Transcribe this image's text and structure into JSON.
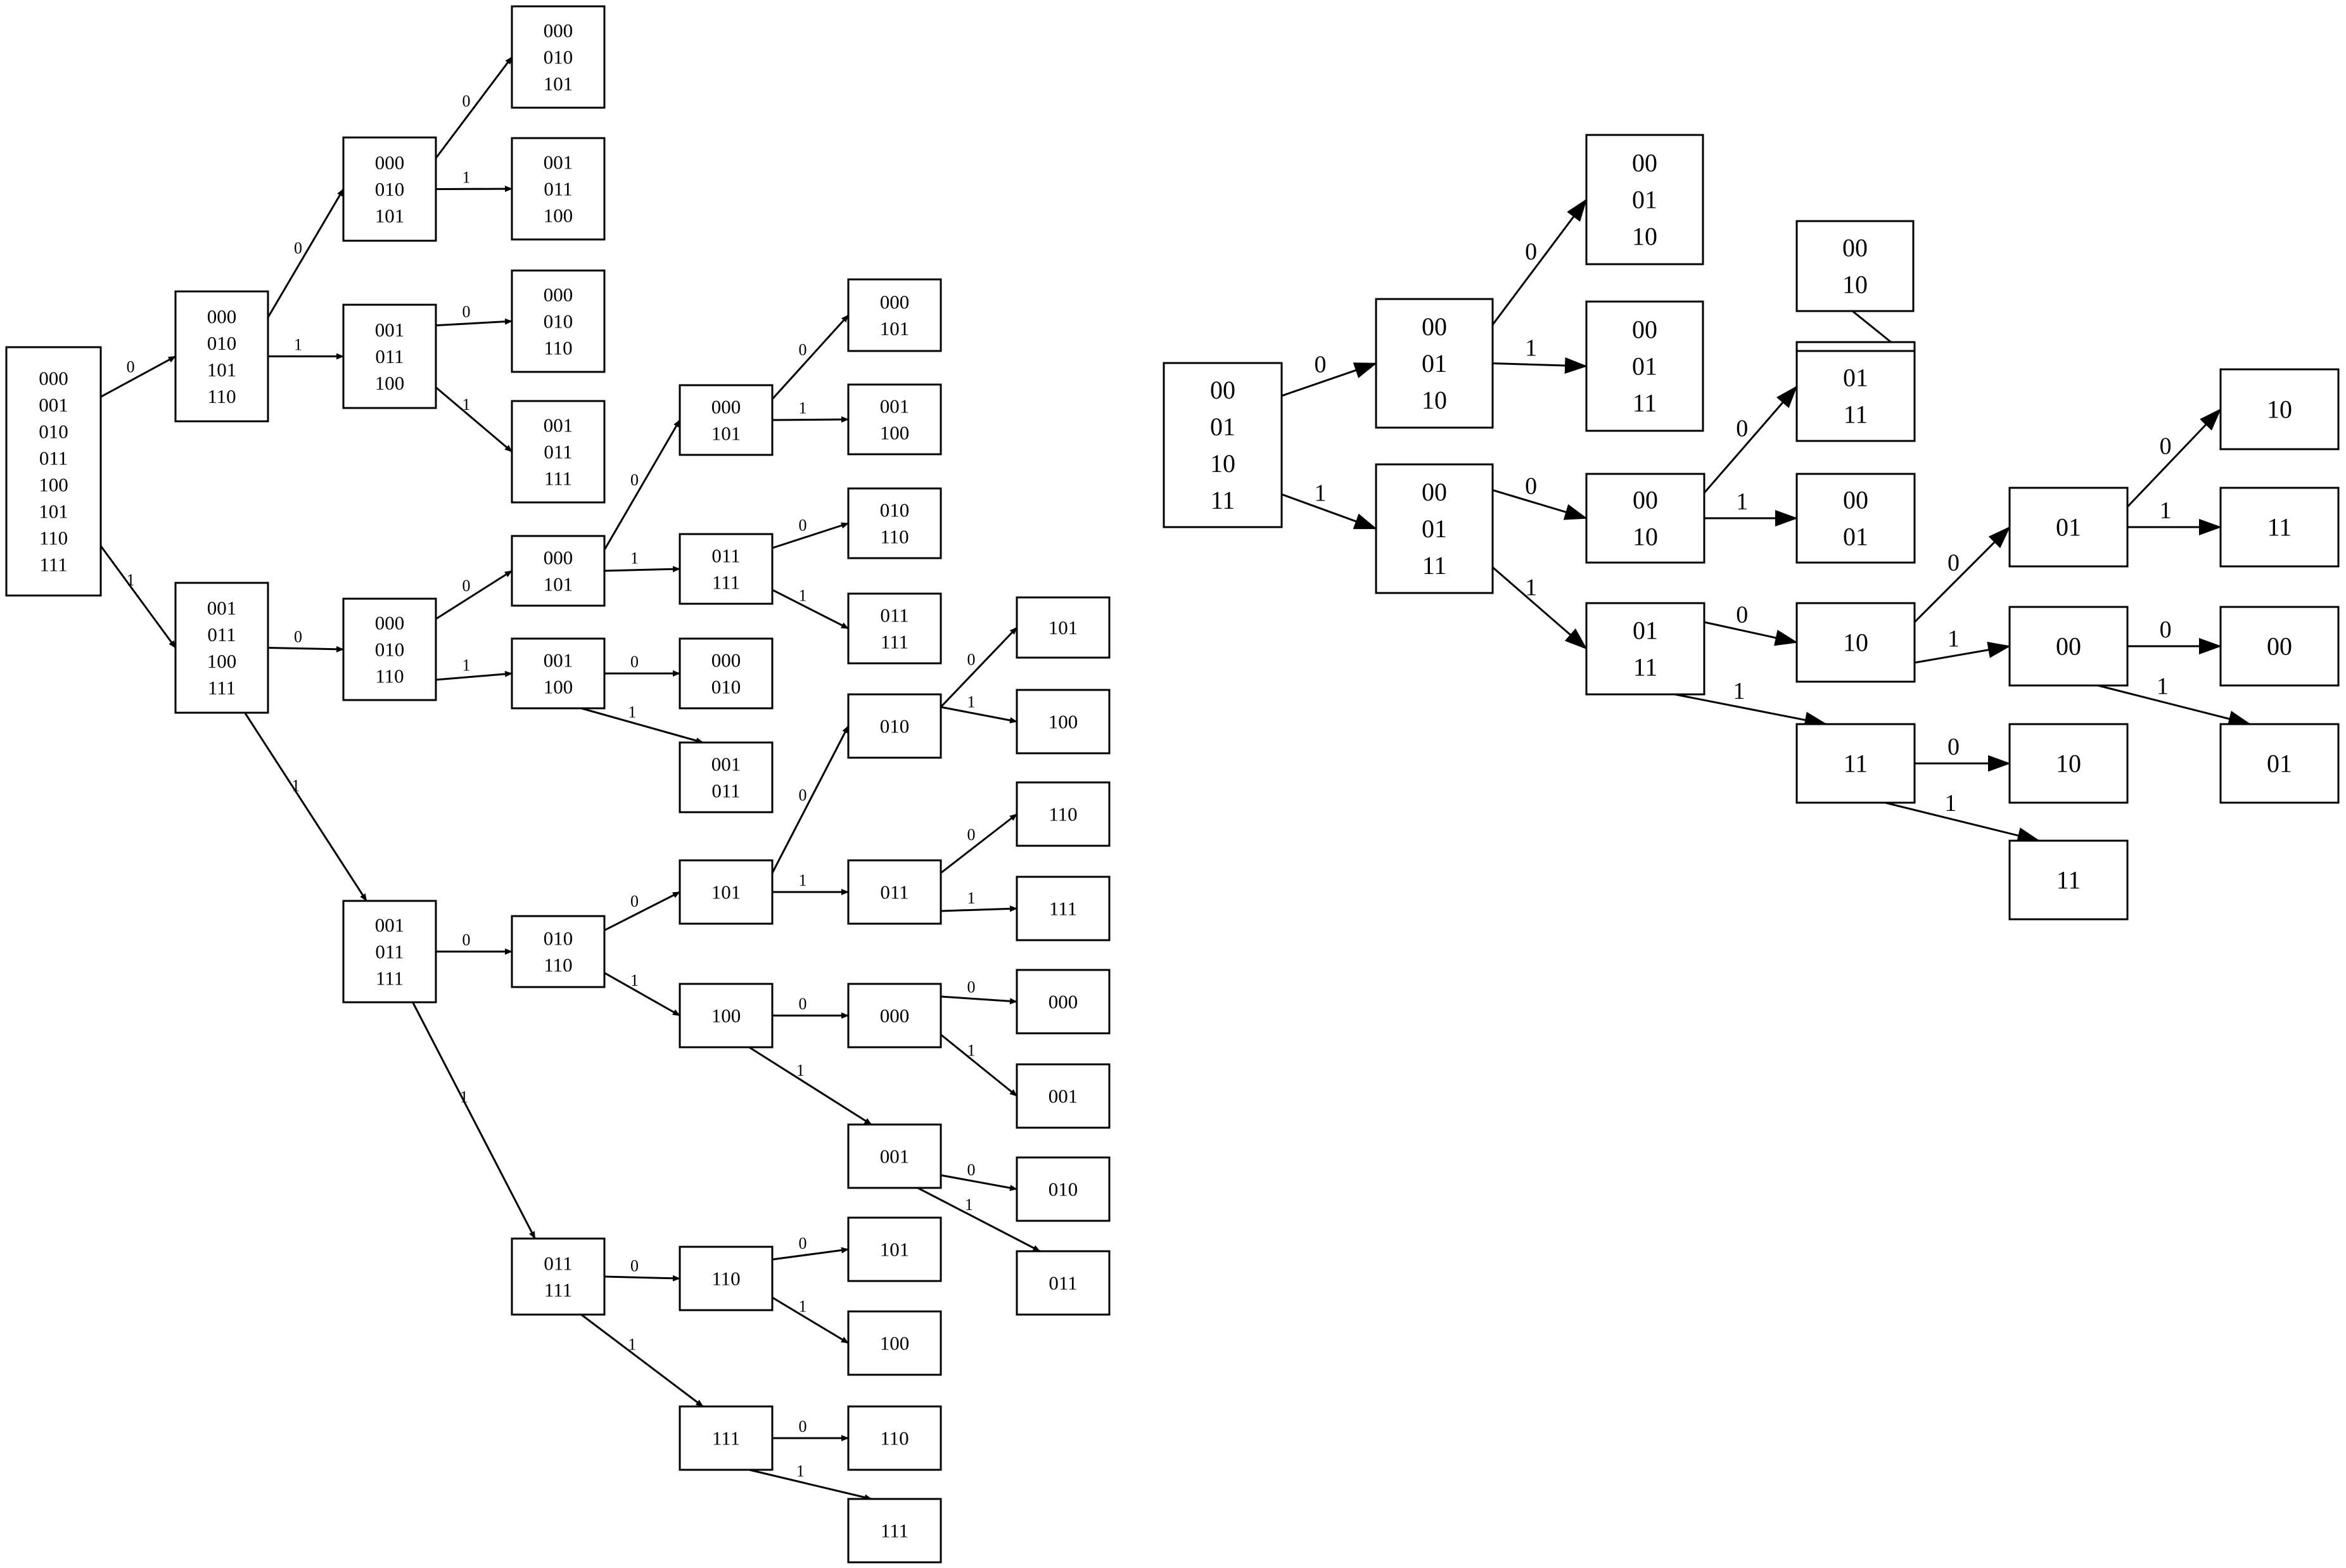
{
  "diagrams": [
    {
      "id": "left-tree",
      "nodes": [
        {
          "id": "A",
          "lines": [
            "000",
            "001",
            "010",
            "011",
            "100",
            "101",
            "110",
            "111"
          ]
        },
        {
          "id": "B",
          "lines": [
            "000",
            "010",
            "101",
            "110"
          ]
        },
        {
          "id": "C",
          "lines": [
            "001",
            "011",
            "100",
            "111"
          ]
        },
        {
          "id": "D",
          "lines": [
            "000",
            "010",
            "101"
          ]
        },
        {
          "id": "E",
          "lines": [
            "001",
            "011",
            "100"
          ]
        },
        {
          "id": "F",
          "lines": [
            "000",
            "010",
            "101"
          ]
        },
        {
          "id": "G",
          "lines": [
            "001",
            "011",
            "100"
          ]
        },
        {
          "id": "H",
          "lines": [
            "000",
            "010",
            "110"
          ]
        },
        {
          "id": "I",
          "lines": [
            "001",
            "011",
            "111"
          ]
        },
        {
          "id": "J",
          "lines": [
            "000",
            "010",
            "110"
          ]
        },
        {
          "id": "K",
          "lines": [
            "001",
            "011",
            "111"
          ]
        },
        {
          "id": "L",
          "lines": [
            "000",
            "101"
          ]
        },
        {
          "id": "M",
          "lines": [
            "001",
            "100"
          ]
        },
        {
          "id": "N",
          "lines": [
            "000",
            "010"
          ]
        },
        {
          "id": "O",
          "lines": [
            "001",
            "011"
          ]
        },
        {
          "id": "P",
          "lines": [
            "000",
            "101"
          ]
        },
        {
          "id": "Q",
          "lines": [
            "001",
            "100"
          ]
        },
        {
          "id": "R",
          "lines": [
            "010",
            "110"
          ]
        },
        {
          "id": "S",
          "lines": [
            "011",
            "111"
          ]
        },
        {
          "id": "T",
          "lines": [
            "000",
            "010"
          ]
        },
        {
          "id": "U",
          "lines": [
            "001",
            "011"
          ]
        },
        {
          "id": "V",
          "lines": [
            "010",
            "110"
          ]
        },
        {
          "id": "W",
          "lines": [
            "101"
          ]
        },
        {
          "id": "X",
          "lines": [
            "100"
          ]
        },
        {
          "id": "Y",
          "lines": [
            "010"
          ]
        },
        {
          "id": "Z",
          "lines": [
            "011"
          ]
        },
        {
          "id": "AA",
          "lines": [
            "101"
          ]
        },
        {
          "id": "AB",
          "lines": [
            "100"
          ]
        },
        {
          "id": "AC",
          "lines": [
            "110"
          ]
        },
        {
          "id": "AD",
          "lines": [
            "111"
          ]
        },
        {
          "id": "AE",
          "lines": [
            "000"
          ]
        },
        {
          "id": "AF",
          "lines": [
            "001"
          ]
        },
        {
          "id": "AG",
          "lines": [
            "010"
          ]
        },
        {
          "id": "AH",
          "lines": [
            "011"
          ]
        },
        {
          "id": "AI",
          "lines": [
            "011",
            "111"
          ]
        },
        {
          "id": "AJ",
          "lines": [
            "110"
          ]
        },
        {
          "id": "AK",
          "lines": [
            "111"
          ]
        },
        {
          "id": "AL",
          "lines": [
            "101"
          ]
        },
        {
          "id": "AM",
          "lines": [
            "100"
          ]
        },
        {
          "id": "AN",
          "lines": [
            "110"
          ]
        },
        {
          "id": "AO",
          "lines": [
            "111"
          ]
        }
      ],
      "edges": [
        {
          "from": "A",
          "to": "B",
          "label": "0"
        },
        {
          "from": "A",
          "to": "C",
          "label": "1"
        },
        {
          "from": "B",
          "to": "D",
          "label": "0"
        },
        {
          "from": "B",
          "to": "E",
          "label": "1"
        },
        {
          "from": "D",
          "to": "F",
          "label": "0"
        },
        {
          "from": "D",
          "to": "G",
          "label": "1"
        },
        {
          "from": "E",
          "to": "H",
          "label": "0"
        },
        {
          "from": "E",
          "to": "I",
          "label": "1"
        },
        {
          "from": "C",
          "to": "J",
          "label": "0"
        },
        {
          "from": "C",
          "to": "K",
          "label": "1"
        },
        {
          "from": "J",
          "to": "P",
          "label": "0"
        },
        {
          "from": "J",
          "to": "Q",
          "label": "1"
        },
        {
          "from": "P",
          "to": "L",
          "label": "0"
        },
        {
          "from": "P",
          "to": "S",
          "label": "1"
        },
        {
          "from": "L",
          "to": "M1",
          "label": "0"
        },
        {
          "from": "L",
          "to": "M2",
          "label": "1"
        },
        {
          "from": "S",
          "to": "R1",
          "label": "0"
        },
        {
          "from": "S",
          "to": "S1",
          "label": "1"
        },
        {
          "from": "Q",
          "to": "T",
          "label": "0"
        },
        {
          "from": "Q",
          "to": "U",
          "label": "1"
        },
        {
          "from": "K",
          "to": "V",
          "label": "0"
        },
        {
          "from": "K",
          "to": "AI",
          "label": "1"
        },
        {
          "from": "V",
          "to": "AL2",
          "label": "0"
        },
        {
          "from": "V",
          "to": "AM2",
          "label": "1"
        },
        {
          "from": "AL2",
          "to": "Y",
          "label": "0"
        },
        {
          "from": "AL2",
          "to": "Z",
          "label": "1"
        },
        {
          "from": "Y",
          "to": "W",
          "label": "0"
        },
        {
          "from": "Y",
          "to": "X",
          "label": "1"
        },
        {
          "from": "Z",
          "to": "AC",
          "label": "0"
        },
        {
          "from": "Z",
          "to": "AD",
          "label": "1"
        },
        {
          "from": "AM2",
          "to": "AE2",
          "label": "0"
        },
        {
          "from": "AM2",
          "to": "AF2",
          "label": "1"
        },
        {
          "from": "AE2",
          "to": "AE",
          "label": "0"
        },
        {
          "from": "AE2",
          "to": "AF",
          "label": "1"
        },
        {
          "from": "AF2",
          "to": "AG",
          "label": "0"
        },
        {
          "from": "AF2",
          "to": "AH",
          "label": "1"
        },
        {
          "from": "AI",
          "to": "AJ",
          "label": "0"
        },
        {
          "from": "AI",
          "to": "AK",
          "label": "1"
        },
        {
          "from": "AJ",
          "to": "AL",
          "label": "0"
        },
        {
          "from": "AJ",
          "to": "AM",
          "label": "1"
        },
        {
          "from": "AK",
          "to": "AN",
          "label": "0"
        },
        {
          "from": "AK",
          "to": "AO",
          "label": "1"
        }
      ],
      "extra_nodes": [
        {
          "id": "M1",
          "lines": [
            "000",
            "101"
          ]
        },
        {
          "id": "M2",
          "lines": [
            "001",
            "100"
          ]
        },
        {
          "id": "R1",
          "lines": [
            "010",
            "110"
          ]
        },
        {
          "id": "S1",
          "lines": [
            "011",
            "111"
          ]
        },
        {
          "id": "AL2",
          "lines": [
            "101"
          ]
        },
        {
          "id": "AM2",
          "lines": [
            "100"
          ]
        },
        {
          "id": "AE2",
          "lines": [
            "000"
          ]
        },
        {
          "id": "AF2",
          "lines": [
            "001"
          ]
        }
      ]
    },
    {
      "id": "right-tree",
      "nodes": [
        {
          "id": "r0",
          "lines": [
            "00",
            "01",
            "10",
            "11"
          ]
        },
        {
          "id": "r1",
          "lines": [
            "00",
            "01",
            "10"
          ]
        },
        {
          "id": "r2",
          "lines": [
            "00",
            "01",
            "11"
          ]
        },
        {
          "id": "r3",
          "lines": [
            "00",
            "01",
            "10"
          ]
        },
        {
          "id": "r4",
          "lines": [
            "00",
            "01",
            "11"
          ]
        },
        {
          "id": "r5",
          "lines": [
            "00",
            "10"
          ]
        },
        {
          "id": "r6",
          "lines": [
            "01",
            "11"
          ]
        },
        {
          "id": "r7",
          "lines": [
            "00",
            "01"
          ]
        },
        {
          "id": "r8",
          "lines": [
            "00",
            "01"
          ]
        },
        {
          "id": "r9",
          "lines": [
            "00",
            "10"
          ]
        },
        {
          "id": "r10",
          "lines": [
            "01",
            "11"
          ]
        },
        {
          "id": "r11",
          "lines": [
            "10"
          ]
        },
        {
          "id": "r12",
          "lines": [
            "11"
          ]
        },
        {
          "id": "r13",
          "lines": [
            "01"
          ]
        },
        {
          "id": "r14",
          "lines": [
            "00"
          ]
        },
        {
          "id": "r15",
          "lines": [
            "10"
          ]
        },
        {
          "id": "r16",
          "lines": [
            "11"
          ]
        },
        {
          "id": "r17",
          "lines": [
            "10"
          ]
        },
        {
          "id": "r18",
          "lines": [
            "11"
          ]
        },
        {
          "id": "r19",
          "lines": [
            "00"
          ]
        },
        {
          "id": "r20",
          "lines": [
            "01"
          ]
        }
      ],
      "edges": [
        {
          "from": "r0",
          "to": "r1",
          "label": "0"
        },
        {
          "from": "r0",
          "to": "r2",
          "label": "1"
        },
        {
          "from": "r1",
          "to": "r3",
          "label": "0"
        },
        {
          "from": "r1",
          "to": "r4",
          "label": "1"
        },
        {
          "from": "r2",
          "to": "r5",
          "label": "0"
        },
        {
          "from": "r2",
          "to": "r6",
          "label": "1"
        },
        {
          "from": "r5",
          "to": "r7",
          "label": "0"
        },
        {
          "from": "r5",
          "to": "r8",
          "label": "1"
        },
        {
          "from": "r7",
          "to": "r9",
          "label": "0"
        },
        {
          "from": "r7",
          "to": "r10",
          "label": "1"
        },
        {
          "from": "r6",
          "to": "r11",
          "label": "0"
        },
        {
          "from": "r6",
          "to": "r12",
          "label": "1"
        },
        {
          "from": "r11",
          "to": "r13",
          "label": "0"
        },
        {
          "from": "r11",
          "to": "r14",
          "label": "1"
        },
        {
          "from": "r13",
          "to": "r15",
          "label": "0"
        },
        {
          "from": "r13",
          "to": "r16",
          "label": "1"
        },
        {
          "from": "r14",
          "to": "r19",
          "label": "0"
        },
        {
          "from": "r14",
          "to": "r20",
          "label": "1"
        },
        {
          "from": "r12",
          "to": "r17",
          "label": "0"
        },
        {
          "from": "r12",
          "to": "r18",
          "label": "1"
        }
      ]
    }
  ]
}
